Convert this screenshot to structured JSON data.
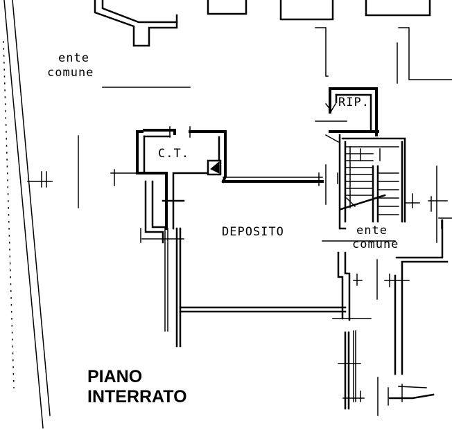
{
  "rooms": {
    "ente_comune_top": [
      "ente",
      "comune"
    ],
    "ct": "C.T.",
    "rip": "RIP.",
    "deposito": "DEPOSITO",
    "ente_comune_right": [
      "ente",
      "comune"
    ]
  },
  "floor_title": [
    "PIANO",
    "INTERRATO"
  ]
}
